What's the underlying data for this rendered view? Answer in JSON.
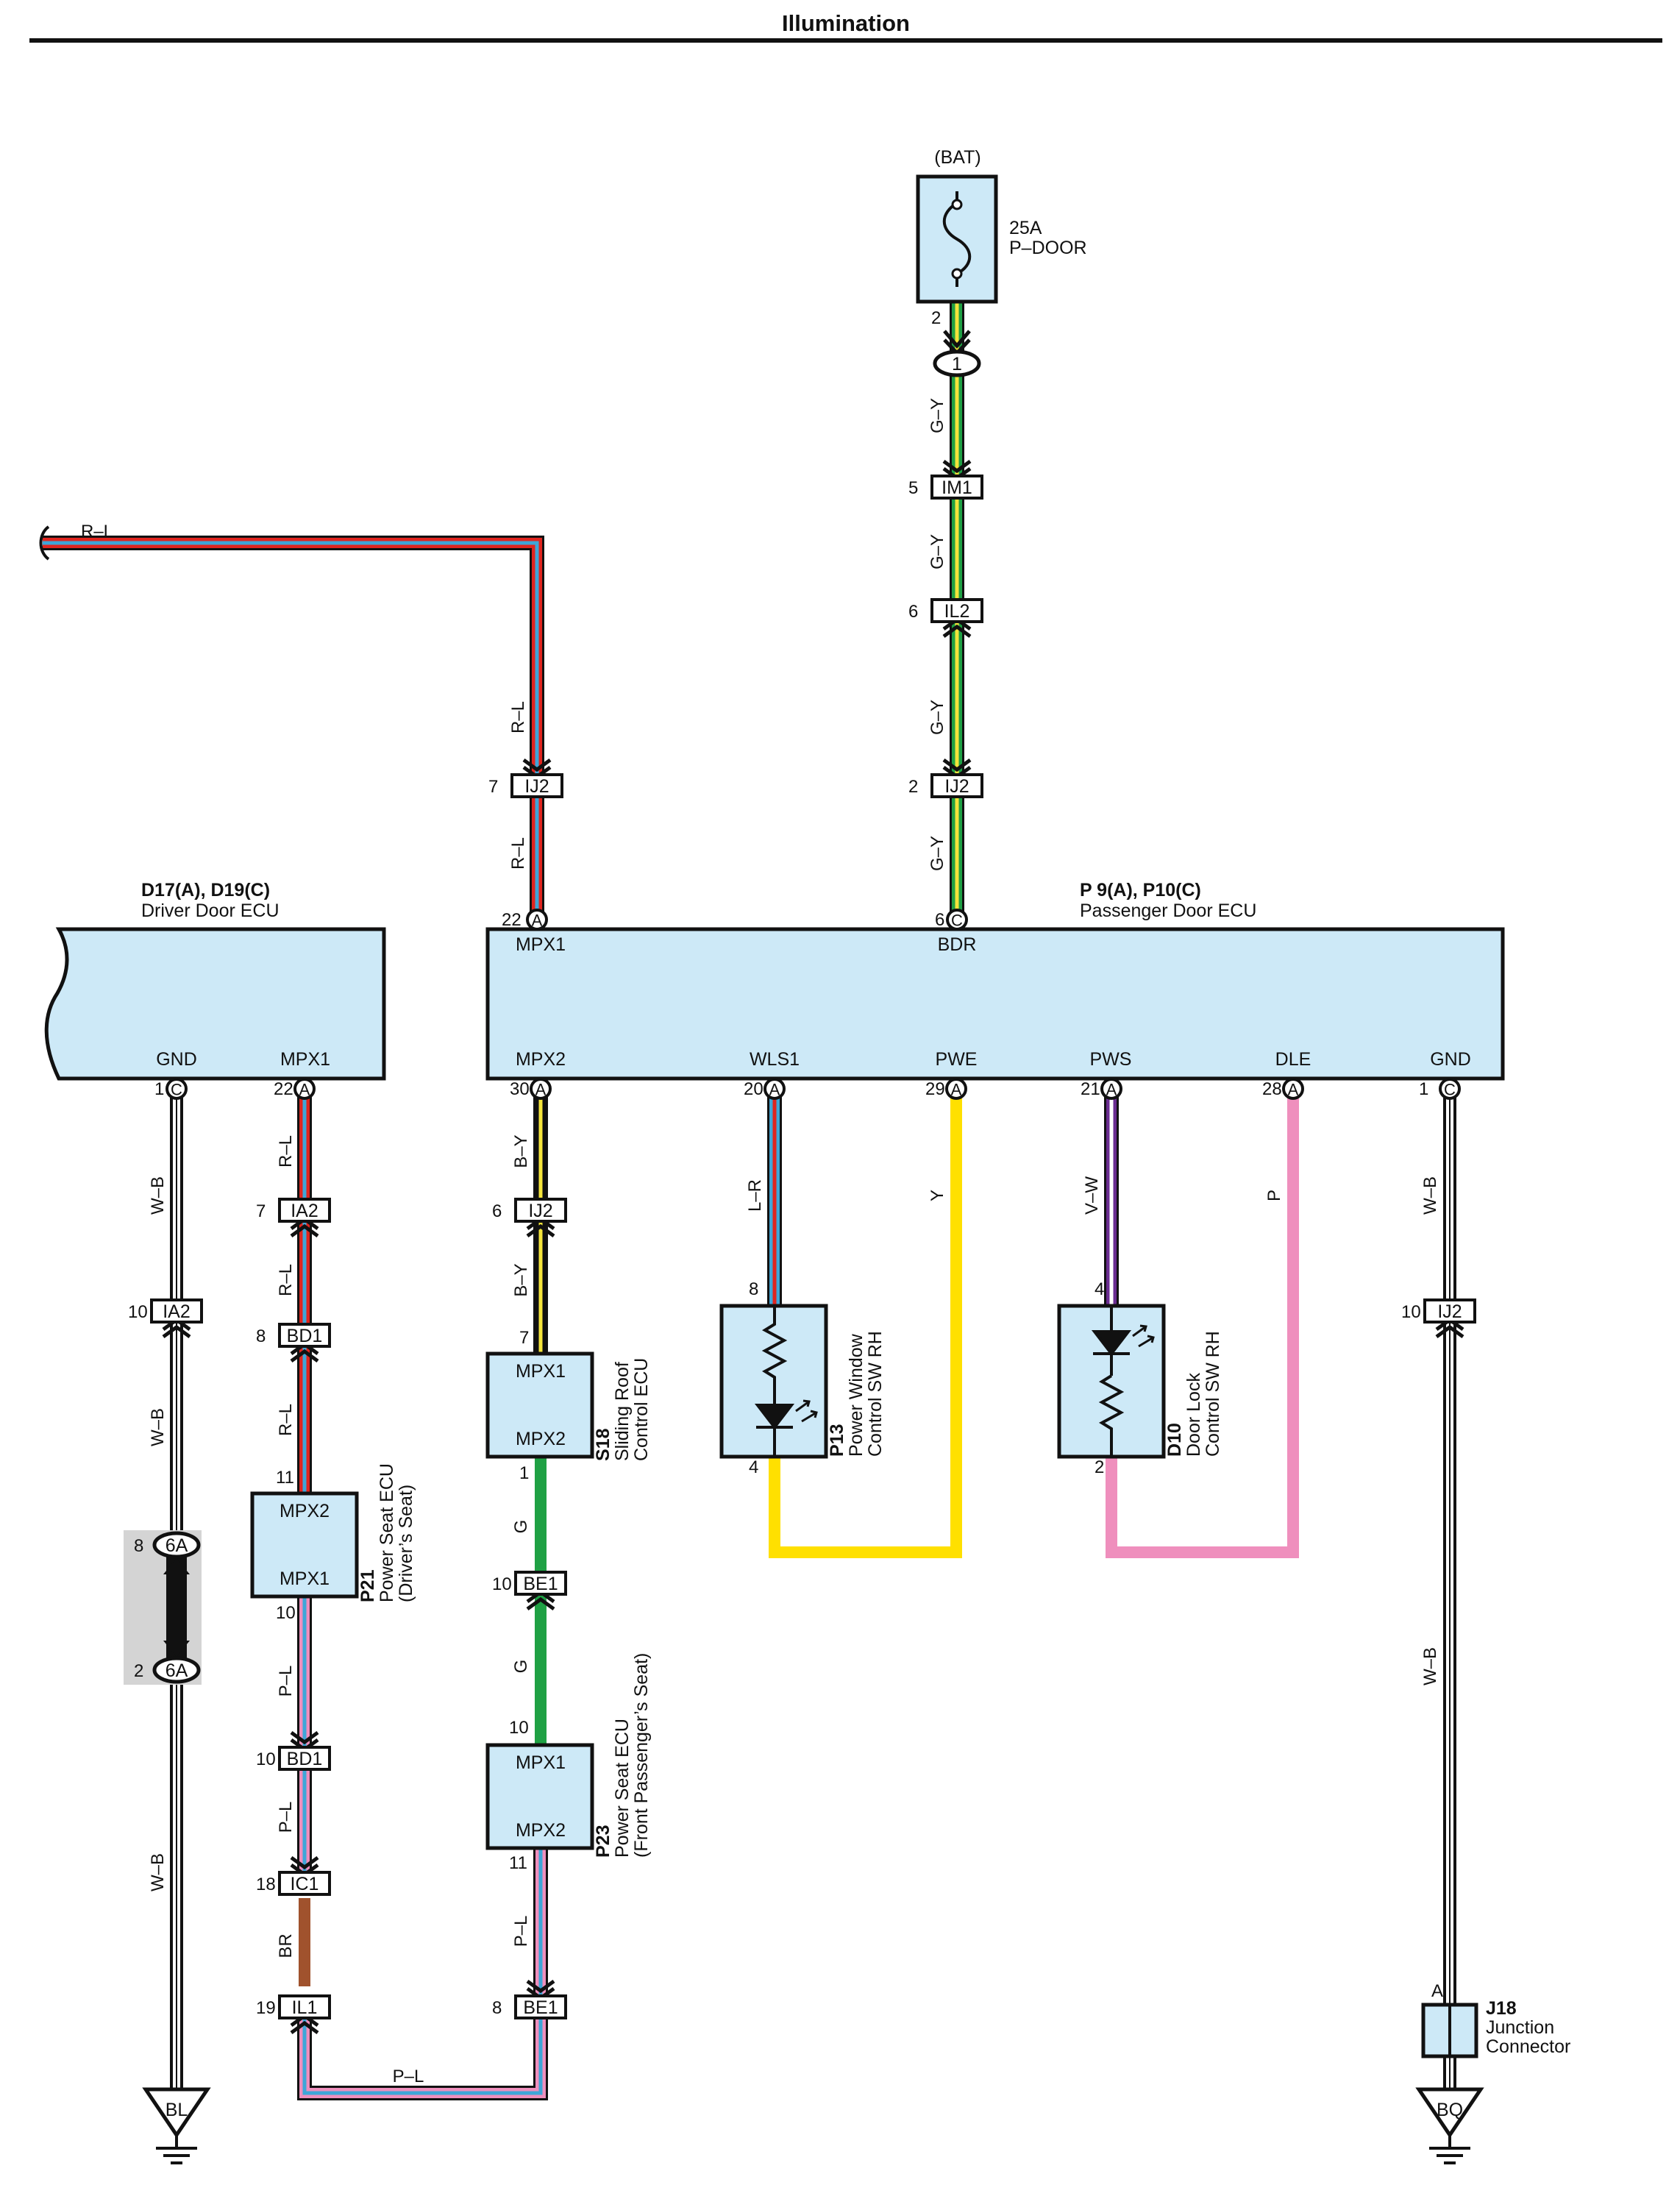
{
  "title": "Illumination",
  "colors": {
    "R-L": [
      "#e0251f",
      "#3ea6d8"
    ],
    "G-Y": [
      "#1fa144",
      "#f3e43a"
    ],
    "B-Y": [
      "#111111",
      "#f3e43a"
    ],
    "L-R": [
      "#3ea6d8",
      "#e0251f"
    ],
    "V-W": [
      "#6a2d91",
      "#ffffff"
    ],
    "W-B": [
      "#ffffff",
      "#111111"
    ],
    "P-L": [
      "#ef8fbd",
      "#3ea6d8"
    ],
    "G": [
      "#1fa144"
    ],
    "Y": [
      "#ffe000"
    ],
    "P": [
      "#ef8fbd"
    ],
    "BR": [
      "#a0522d"
    ],
    "box_fill": "#cde9f7",
    "junction_shade": "#d4d4d4"
  },
  "fuse": {
    "source": "(BAT)",
    "rating": "25A",
    "name": "P–DOOR",
    "pin": "2"
  },
  "ecus": {
    "driver": {
      "code": "D17(A), D19(C)",
      "name": "Driver Door ECU",
      "gnd": "GND",
      "mpx1": "MPX1",
      "gnd_pin": "1",
      "gnd_conn": "C",
      "mpx1_pin": "22",
      "mpx1_conn": "A"
    },
    "passenger": {
      "code": "P 9(A), P10(C)",
      "name": "Passenger Door ECU",
      "top": [
        {
          "label": "MPX1",
          "pin": "22",
          "conn": "A"
        },
        {
          "label": "BDR",
          "pin": "6",
          "conn": "C"
        }
      ],
      "bottom": [
        {
          "label": "MPX2",
          "pin": "30",
          "conn": "A"
        },
        {
          "label": "WLS1",
          "pin": "20",
          "conn": "A"
        },
        {
          "label": "PWE",
          "pin": "29",
          "conn": "A"
        },
        {
          "label": "PWS",
          "pin": "21",
          "conn": "A"
        },
        {
          "label": "DLE",
          "pin": "28",
          "conn": "A"
        },
        {
          "label": "GND",
          "pin": "1",
          "conn": "C"
        }
      ]
    }
  },
  "components": {
    "s18": {
      "code": "S18",
      "line1": "Sliding Roof",
      "line2": "Control ECU",
      "top": "MPX1",
      "bottom": "MPX2",
      "pin_top": "7",
      "pin_bottom": "1"
    },
    "p21": {
      "code": "P21",
      "line1": "Power Seat ECU",
      "line2": "(Driver’s Seat)",
      "top": "MPX2",
      "bottom": "MPX1",
      "pin_top": "11",
      "pin_bottom": "10"
    },
    "p23": {
      "code": "P23",
      "line1": "Power Seat ECU",
      "line2": "(Front Passenger’s Seat)",
      "top": "MPX1",
      "bottom": "MPX2",
      "pin_top": "10",
      "pin_bottom": "11"
    },
    "p13": {
      "code": "P13",
      "line1": "Power Window",
      "line2": "Control SW RH",
      "pin_top": "8",
      "pin_bottom": "4"
    },
    "d10": {
      "code": "D10",
      "line1": "Door Lock",
      "line2": "Control SW RH",
      "pin_top": "4",
      "pin_bottom": "2"
    },
    "j18": {
      "code": "J18",
      "line1": "Junction",
      "line2": "Connector",
      "pin": "A"
    }
  },
  "connectors": [
    {
      "id": "IM1",
      "pin": "5"
    },
    {
      "id": "IL2",
      "pin": "6"
    },
    {
      "id": "IJ2_top",
      "label": "IJ2",
      "pin": "2"
    },
    {
      "id": "IJ2_left",
      "label": "IJ2",
      "pin": "7"
    },
    {
      "id": "IJ2_mid",
      "label": "IJ2",
      "pin": "6"
    },
    {
      "id": "IJ2_right",
      "label": "IJ2",
      "pin": "10"
    },
    {
      "id": "IA2_gnd",
      "label": "IA2",
      "pin": "10"
    },
    {
      "id": "IA2",
      "pin": "7"
    },
    {
      "id": "BD1_a",
      "label": "BD1",
      "pin": "8"
    },
    {
      "id": "BD1_b",
      "label": "BD1",
      "pin": "10"
    },
    {
      "id": "IC1",
      "pin": "18"
    },
    {
      "id": "IL1",
      "pin": "19"
    },
    {
      "id": "BE1_a",
      "label": "BE1",
      "pin": "10"
    },
    {
      "id": "BE1_b",
      "label": "BE1",
      "pin": "8"
    }
  ],
  "junctions": [
    {
      "label": "6A",
      "pin": "8"
    },
    {
      "label": "6A",
      "pin": "2"
    },
    {
      "label": "1",
      "pin": ""
    }
  ],
  "grounds": [
    "BL",
    "BQ"
  ],
  "wire_labels": [
    "R–L",
    "G–Y",
    "B–Y",
    "L–R",
    "V–W",
    "W–B",
    "P–L",
    "G",
    "Y",
    "P",
    "BR"
  ]
}
